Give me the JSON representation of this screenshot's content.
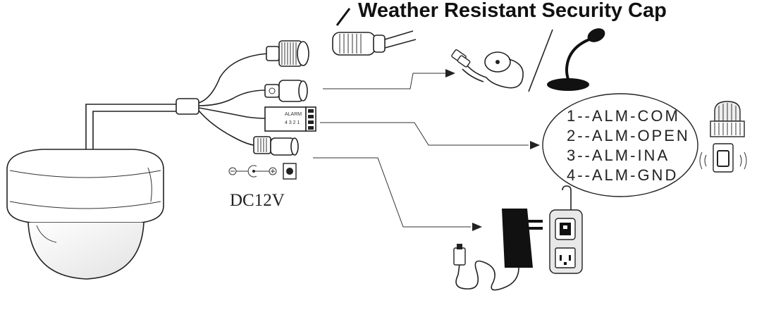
{
  "title": "Weather Resistant Security Cap",
  "power": {
    "label": "DC12V"
  },
  "alarm": {
    "pins": [
      "1--ALM-COM",
      "2--ALM-OPEN",
      "3--ALM-INA",
      "4--ALM-GND"
    ]
  },
  "connector_text": {
    "alarm_word": "ALARM",
    "alarm_numbers": "4 3 2 1"
  },
  "icons": {
    "camera": "dome-camera-icon",
    "cap": "security-cap-icon",
    "network": "rj45-connector-icon",
    "audio": "audio-in-connector-icon",
    "alarm": "alarm-terminal-block-icon",
    "power_jack": "dc-power-jack-icon",
    "polarity": "center-positive-polarity-icon",
    "mic_pickup": "pickup-microphone-icon",
    "mic_desk": "desk-microphone-icon",
    "siren": "alarm-siren-icon",
    "sensor": "door-sensor-icon",
    "adapter": "power-adapter-icon",
    "outlet": "power-strip-icon"
  }
}
